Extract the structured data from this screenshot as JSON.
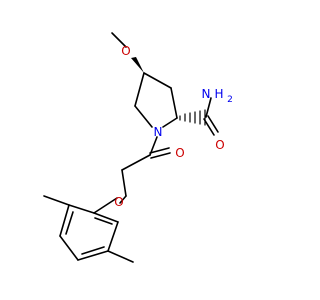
{
  "molecule": {
    "atoms": {
      "o_methoxy": "O",
      "n_amide": "N",
      "h2_amide": "H",
      "h2_amide_sub": "2",
      "o_amide": "O",
      "n_ring": "N",
      "o_ketone": "O",
      "o_ether": "O"
    },
    "colors": {
      "oxygen": "#cc0000",
      "nitrogen": "#0000ee",
      "carbon": "#000000",
      "background": "#ffffff"
    }
  }
}
